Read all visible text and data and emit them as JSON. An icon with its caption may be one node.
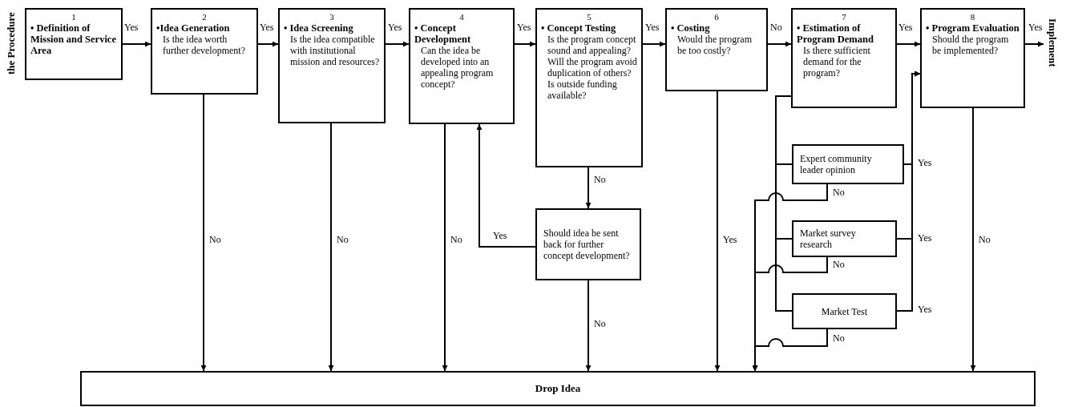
{
  "diagram": {
    "nodes": [
      {
        "text": [
          "1",
          "• Definition of Mission and Service Area"
        ]
      },
      {
        "text": [
          "2",
          "•Idea Generation",
          "Is the idea worth further development?"
        ]
      },
      {
        "text": [
          "3",
          "• Idea Screening",
          "Is the idea compatible with institutional mission and resources?"
        ]
      },
      {
        "text": [
          "4",
          "• Concept Development",
          "Can the idea be developed into an appealing program concept?"
        ]
      },
      {
        "text": [
          "5",
          "• Concept Testing",
          "Is the program concept sound and appealing?",
          "Will the program avoid duplication of others?",
          "Is outside funding available?"
        ]
      },
      {
        "text": [
          "6",
          "• Costing",
          "Would the program be too costly?"
        ]
      },
      {
        "text": [
          "7",
          "• Estimation of Program Demand",
          "Is there sufficient demand for the program?"
        ]
      },
      {
        "text": [
          "8",
          "• Program Evaluation",
          "Should the program be implemented?"
        ]
      },
      {
        "text": [
          "Implement"
        ]
      },
      {
        "text": [
          "Should idea be sent back for further concept development?"
        ]
      },
      {
        "text": [
          "Expert community leader opinion"
        ]
      },
      {
        "text": [
          "Market survey research"
        ]
      },
      {
        "text": [
          "Market Test"
        ]
      },
      {
        "text": [
          "Drop Idea"
        ]
      }
    ],
    "edges": [
      {
        "from": 0,
        "to": 1,
        "arrow": "to",
        "label": "Yes"
      },
      {
        "from": 1,
        "to": 2,
        "arrow": "to",
        "label": "Yes"
      },
      {
        "from": 2,
        "to": 3,
        "arrow": "to",
        "label": "Yes"
      },
      {
        "from": 3,
        "to": 4,
        "arrow": "to",
        "label": "Yes"
      },
      {
        "from": 4,
        "to": 5,
        "arrow": "to",
        "label": "Yes"
      },
      {
        "from": 5,
        "to": 6,
        "arrow": "to",
        "label": "No"
      },
      {
        "from": 6,
        "to": 7,
        "arrow": "to",
        "label": "Yes"
      },
      {
        "from": 7,
        "to": 8,
        "arrow": "to",
        "label": "Yes"
      },
      {
        "from": 1,
        "to": 13,
        "arrow": "to",
        "label": "No"
      },
      {
        "from": 2,
        "to": 13,
        "arrow": "to",
        "label": "No"
      },
      {
        "from": 3,
        "to": 13,
        "arrow": "to",
        "label": "No"
      },
      {
        "from": 4,
        "to": 9,
        "arrow": "to",
        "label": "No"
      },
      {
        "from": 9,
        "to": 3,
        "arrow": "to",
        "label": "Yes"
      },
      {
        "from": 9,
        "to": 13,
        "arrow": "to",
        "label": "No"
      },
      {
        "from": 5,
        "to": 13,
        "arrow": "to",
        "label": "Yes"
      },
      {
        "from": 7,
        "to": 13,
        "arrow": "to",
        "label": "No"
      },
      {
        "from": 6,
        "to": 10,
        "arrow": "none"
      },
      {
        "from": 6,
        "to": 11,
        "arrow": "none"
      },
      {
        "from": 6,
        "to": 12,
        "arrow": "none"
      },
      {
        "from": 10,
        "to": 7,
        "arrow": "to",
        "label": "Yes"
      },
      {
        "from": 11,
        "to": 7,
        "arrow": "to",
        "label": "Yes"
      },
      {
        "from": 12,
        "to": 7,
        "arrow": "to",
        "label": "Yes"
      },
      {
        "from": 10,
        "to": 13,
        "arrow": "to",
        "label": "No"
      },
      {
        "from": 11,
        "to": 13,
        "arrow": "to",
        "label": "No"
      },
      {
        "from": 12,
        "to": 13,
        "arrow": "to",
        "label": "No"
      }
    ],
    "labels": [
      "the Procedure"
    ]
  }
}
